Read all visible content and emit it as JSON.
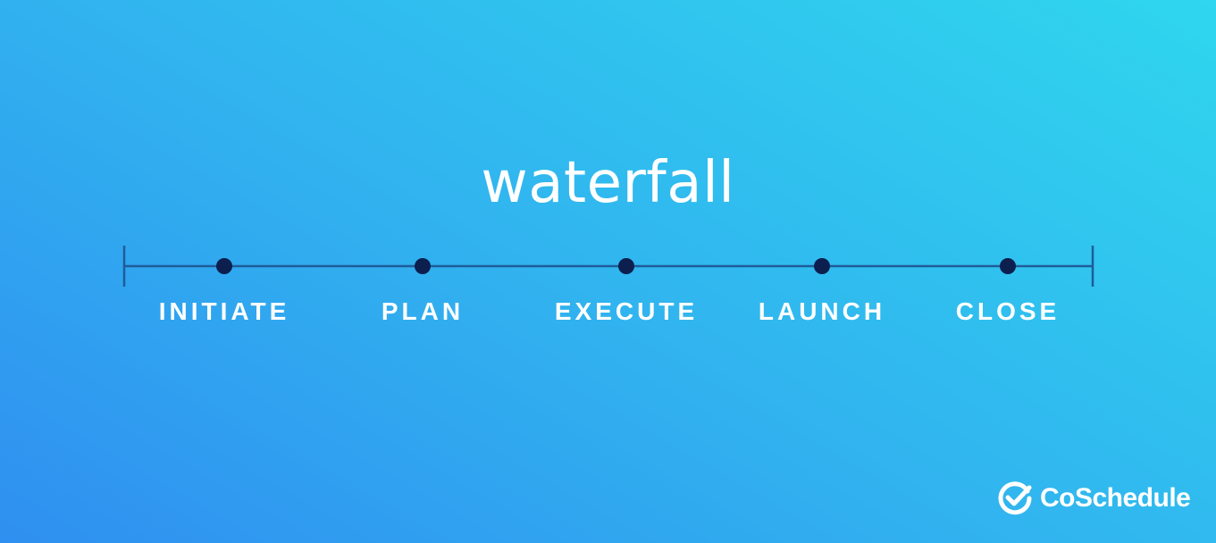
{
  "title": "waterfall",
  "stages": [
    {
      "label": "INITIATE"
    },
    {
      "label": "PLAN"
    },
    {
      "label": "EXECUTE"
    },
    {
      "label": "LAUNCH"
    },
    {
      "label": "CLOSE"
    }
  ],
  "brand": {
    "name": "CoSchedule",
    "logo_icon": "checkmark-circle-icon"
  },
  "colors": {
    "gradient_start": "#2f8ff0",
    "gradient_end": "#2fd6ee",
    "line": "#1f5c9a",
    "dot": "#0c1f4e",
    "text": "#ffffff"
  }
}
